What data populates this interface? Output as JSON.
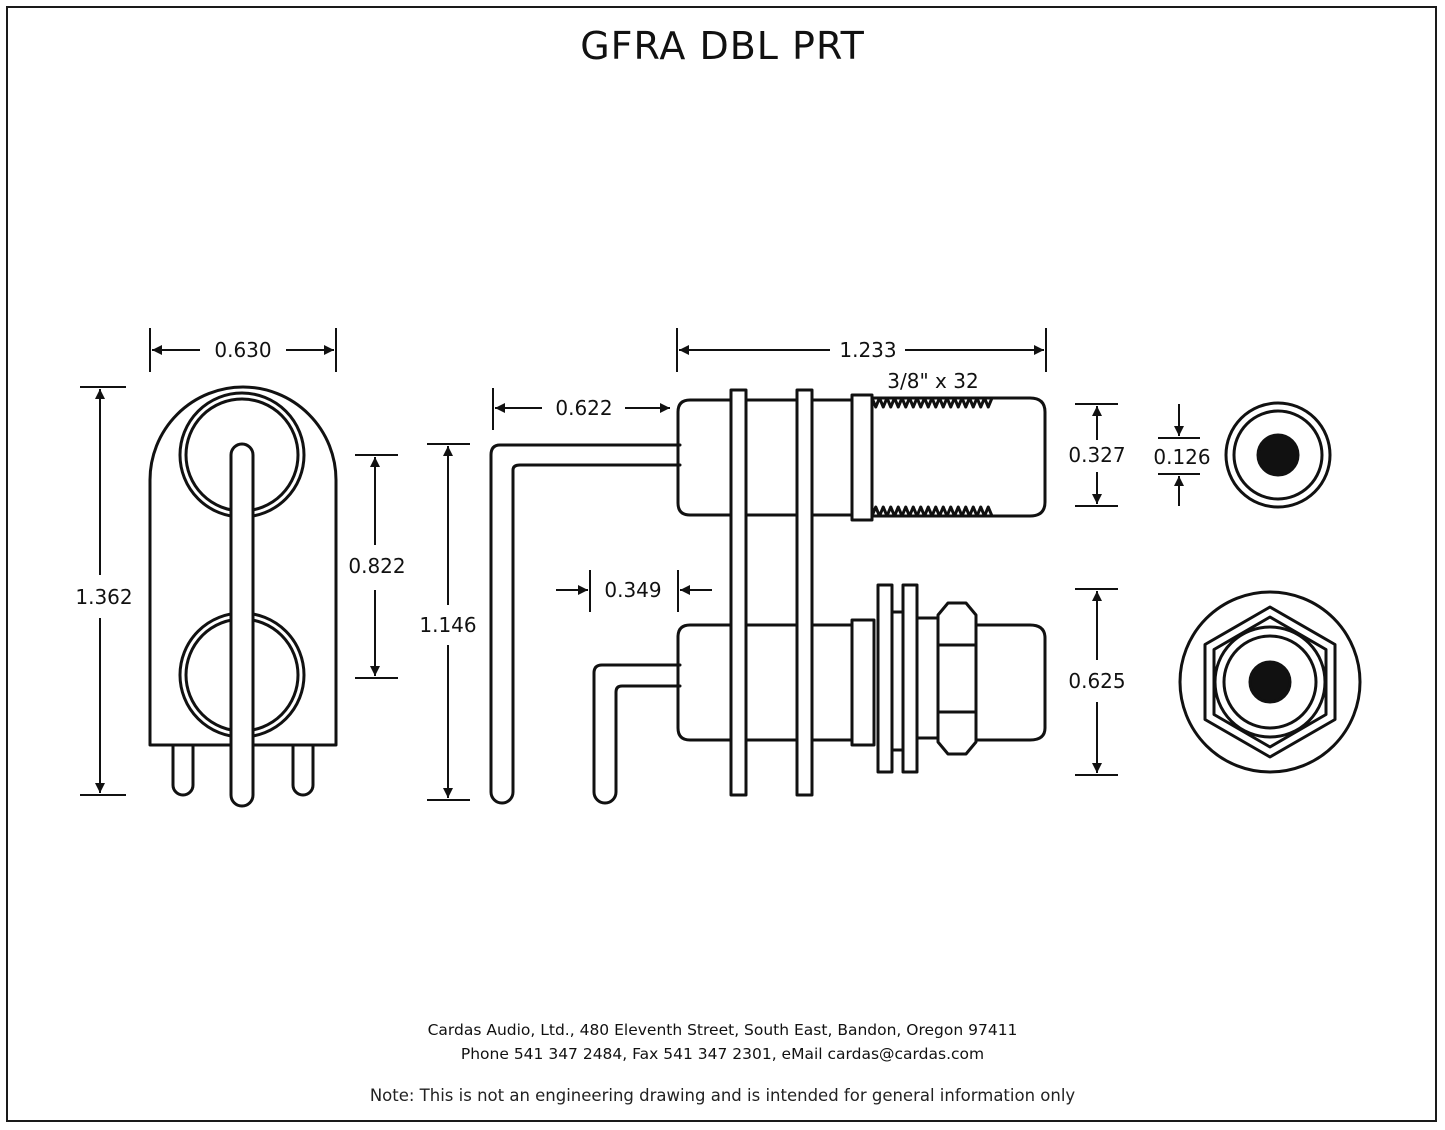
{
  "title": "GFRA DBL PRT",
  "dimensions": {
    "width_front": "0.630",
    "height_total": "1.362",
    "jack_spacing": "0.822",
    "pin_height": "1.146",
    "pin_offset": "0.622",
    "body_length": "1.233",
    "thread": "3/8\" x 32",
    "barrel_dia": "0.327",
    "center_pin": "0.126",
    "panel_gap": "0.349",
    "hex_size": "0.625"
  },
  "footer": {
    "address": "Cardas Audio, Ltd., 480 Eleventh Street, South East, Bandon, Oregon 97411",
    "contact": "Phone 541 347 2484, Fax 541 347 2301, eMail cardas@cardas.com"
  },
  "note": "Note:  This is not an engineering drawing and is intended for general information only",
  "colors": {
    "ink": "#111111",
    "background": "#ffffff"
  }
}
